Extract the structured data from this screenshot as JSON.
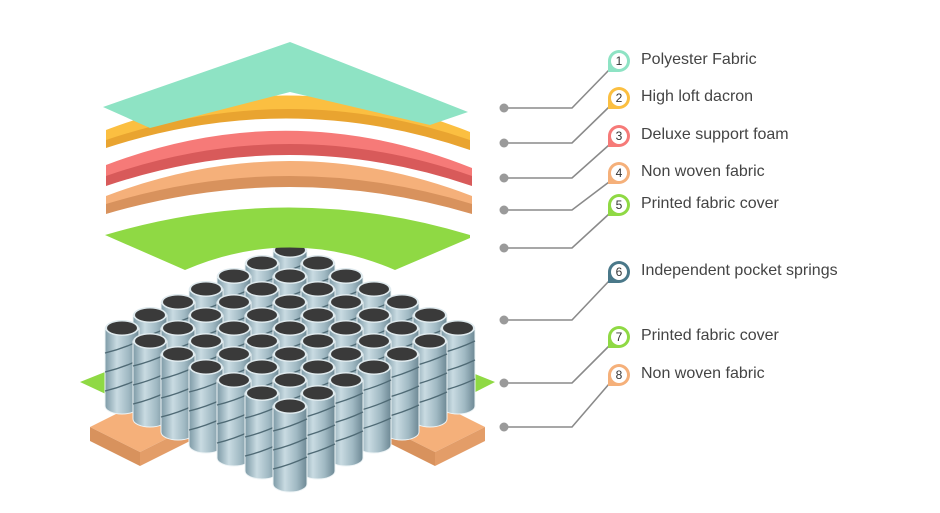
{
  "title": "Mattress layer structure",
  "layers": [
    {
      "number": "1",
      "label": "Polyester Fabric",
      "color": "#8ee3c4"
    },
    {
      "number": "2",
      "label": "High loft dacron",
      "color": "#fbbf41"
    },
    {
      "number": "3",
      "label": "Deluxe support foam",
      "color": "#f67a78"
    },
    {
      "number": "4",
      "label": "Non woven fabric",
      "color": "#f5b07a"
    },
    {
      "number": "5",
      "label": "Printed fabric cover",
      "color": "#8fd944"
    },
    {
      "number": "6",
      "label": "Independent pocket springs",
      "color": "#4a7889"
    },
    {
      "number": "7",
      "label": "Printed fabric cover",
      "color": "#8fd944"
    },
    {
      "number": "8",
      "label": "Non woven fabric",
      "color": "#f5b07a"
    }
  ],
  "colors": {
    "leader_line": "#8a8a8a",
    "spring_body": "#a9c2cc",
    "spring_top": "#3a3a3a"
  }
}
